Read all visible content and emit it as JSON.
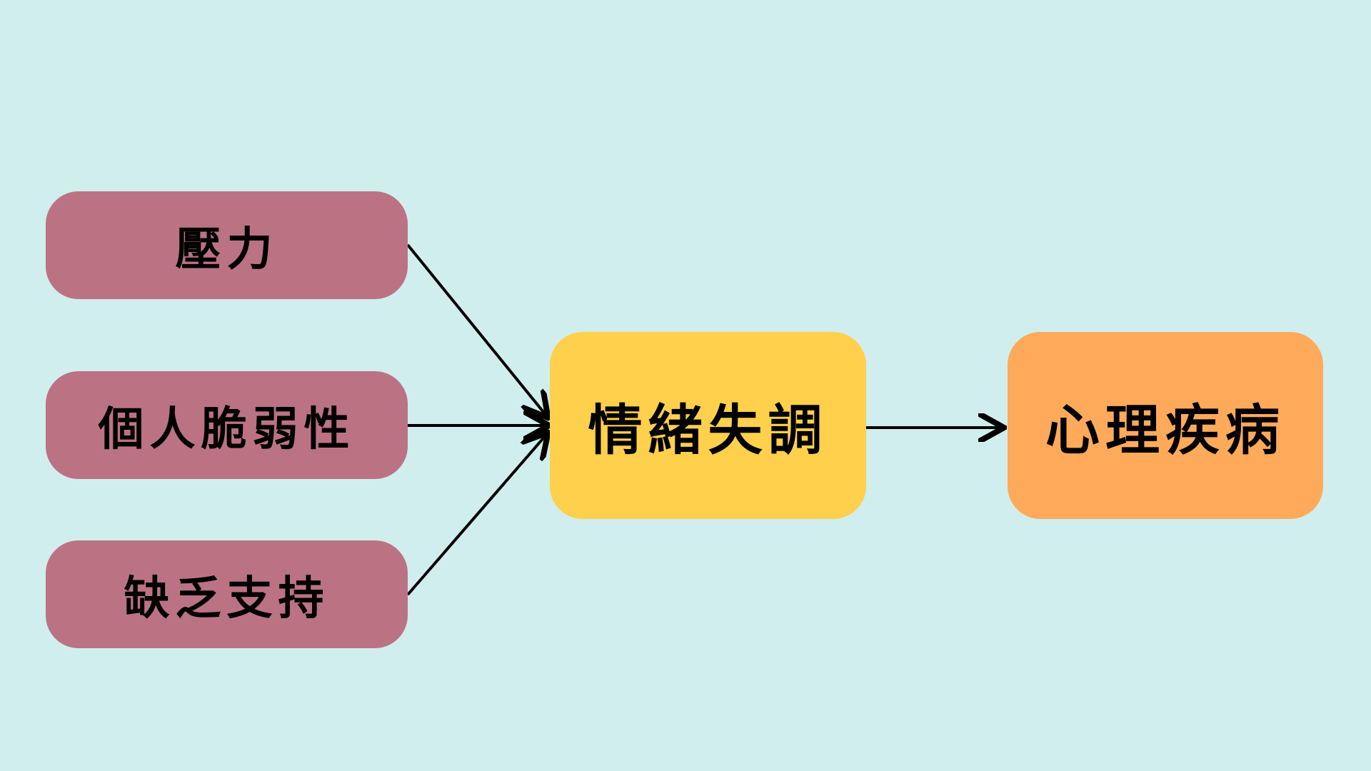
{
  "causes": [
    "壓力",
    "個人脆弱性",
    "缺乏支持"
  ],
  "middle": "情緒失調",
  "outcome": "心理疾病",
  "colors": {
    "background": "#d0eeee",
    "cause": "#bb7383",
    "middle": "#ffd04b",
    "outcome": "#ffaa5a"
  }
}
